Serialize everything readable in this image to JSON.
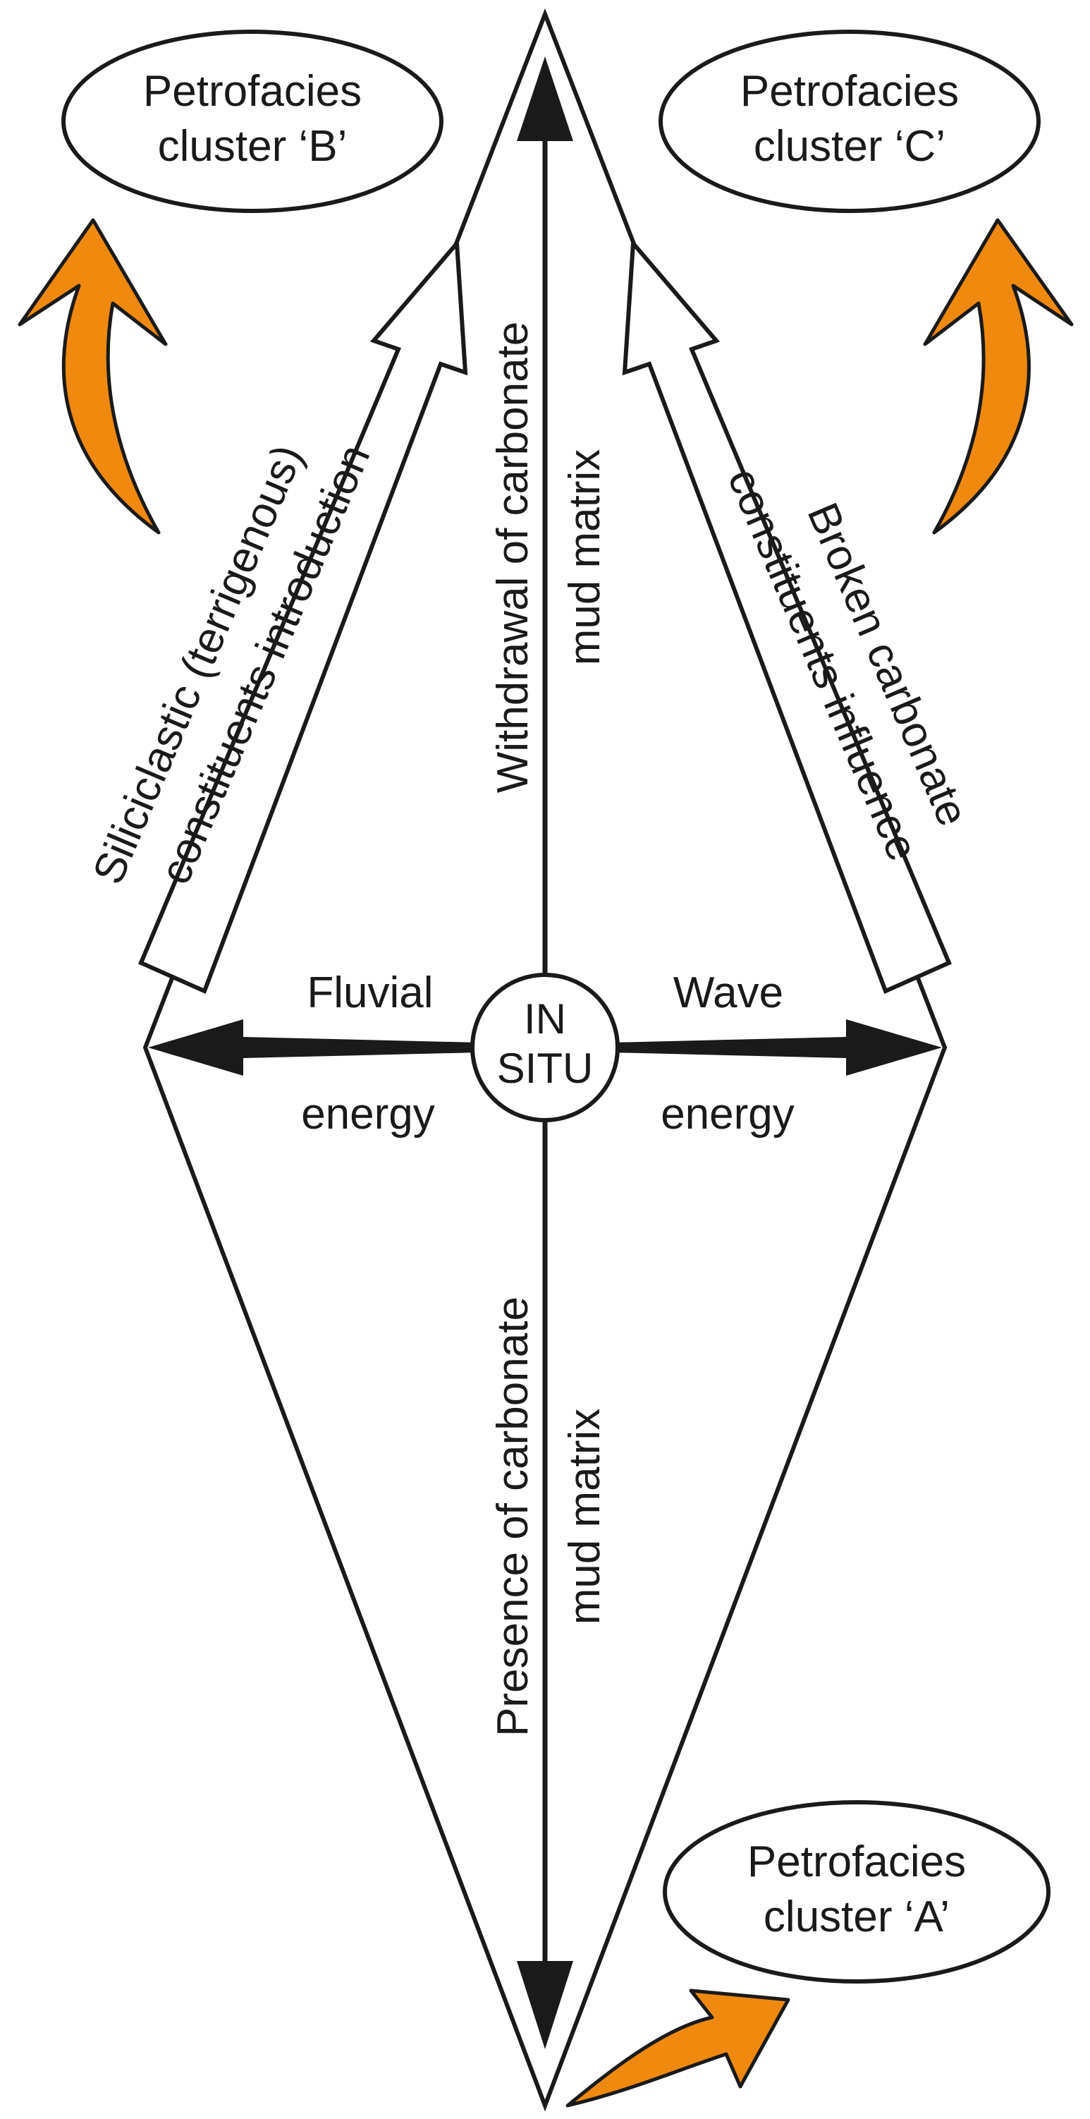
{
  "clusters": {
    "b": {
      "line1": "Petrofacies",
      "line2": "cluster ‘B’"
    },
    "c": {
      "line1": "Petrofacies",
      "line2": "cluster ‘C’"
    },
    "a": {
      "line1": "Petrofacies",
      "line2": "cluster ‘A’"
    }
  },
  "center": {
    "line1": "IN",
    "line2": "SITU"
  },
  "energy": {
    "fluvial": "Fluvial",
    "fluvial_energy": "energy",
    "wave": "Wave",
    "wave_energy": "energy"
  },
  "axes": {
    "up_line1": "Withdrawal of carbonate",
    "up_line2": "mud matrix",
    "down_line1": "Presence of carbonate",
    "down_line2": "mud matrix"
  },
  "influences": {
    "left_line1": "Siliciclastic (terrigenous)",
    "left_line2": "constituents introduction",
    "right_line1": "Broken carbonate",
    "right_line2": "constituents influence"
  },
  "colors": {
    "accent_arrow": "#f0890f",
    "stroke": "#1a1a1a"
  }
}
